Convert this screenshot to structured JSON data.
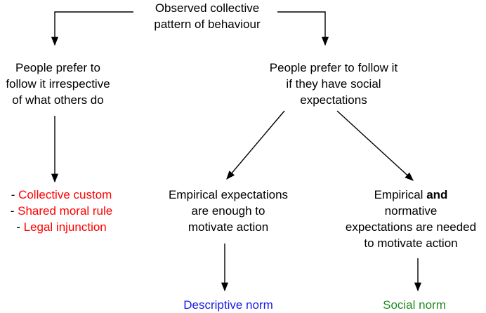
{
  "nodes": {
    "root": {
      "lines": [
        "Observed collective",
        "pattern of behaviour"
      ]
    },
    "left": {
      "lines": [
        "People prefer to",
        "follow it irrespective",
        "of what others do"
      ]
    },
    "right": {
      "lines": [
        "People prefer to follow it",
        "if they have social",
        "expectations"
      ]
    },
    "list": {
      "dash": "- ",
      "items": [
        "Collective custom",
        "Shared moral rule",
        "Legal injunction"
      ]
    },
    "empirical": {
      "lines": [
        "Empirical expectations",
        "are enough to",
        "motivate action"
      ]
    },
    "normative": {
      "line1_pre": "Empirical ",
      "line1_bold": "and",
      "lines": [
        "normative",
        "expectations are needed",
        "to motivate action"
      ]
    },
    "descriptive": {
      "label": "Descriptive norm"
    },
    "social": {
      "label": "Social norm"
    }
  },
  "colors": {
    "list_items": "#ff0000",
    "descriptive": "#1a1ae6",
    "social": "#228b22",
    "lines": "#000000"
  }
}
